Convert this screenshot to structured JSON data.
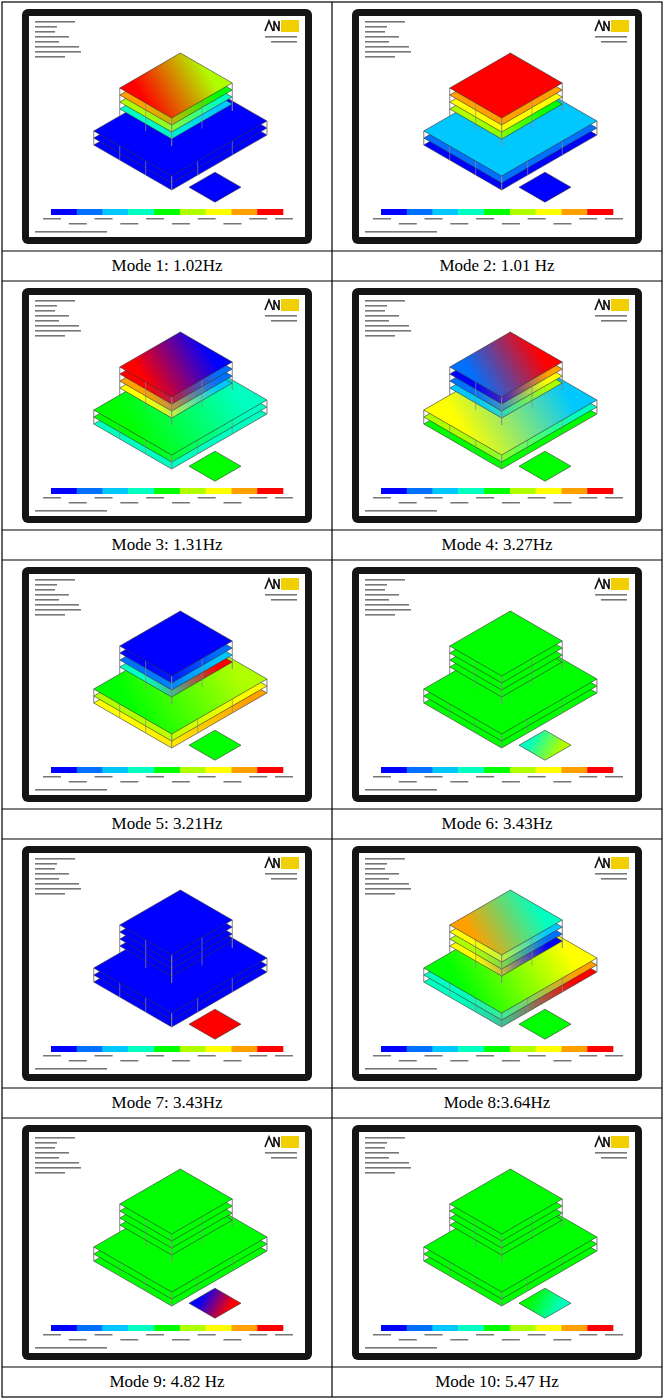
{
  "diagram": {
    "labels": [
      "Mode 1: 1.02Hz",
      "Mode 2: 1.01 Hz",
      "Mode 3: 1.31Hz",
      "Mode 4: 3.27Hz",
      "Mode 5: 3.21Hz",
      "Mode 6: 3.43Hz",
      "Mode 7: 3.43Hz",
      "Mode 8:3.64Hz",
      "Mode 9: 4.82 Hz",
      "Mode 10: 5.47 Hz"
    ]
  }
}
